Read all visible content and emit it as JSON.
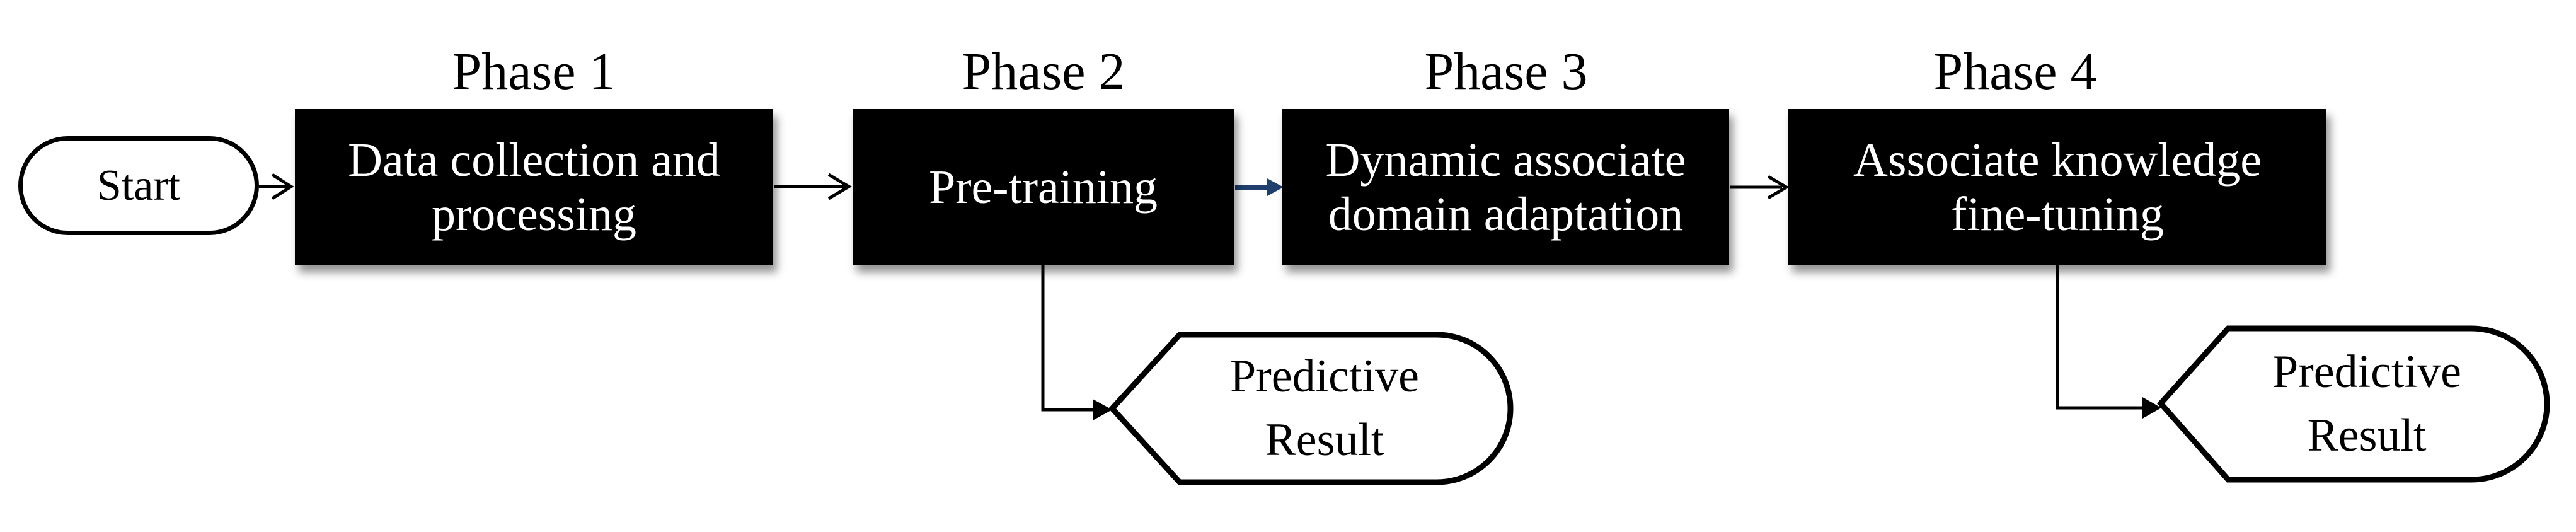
{
  "colors": {
    "node_fill": "#000000",
    "node_text": "#ffffff",
    "outline": "#000000",
    "accent_arrow": "#1f3f6e",
    "background": "#ffffff"
  },
  "start_node": {
    "label": "Start"
  },
  "phases": [
    {
      "label": "Phase 1",
      "lines": [
        "Data collection and",
        "processing"
      ]
    },
    {
      "label": "Phase 2",
      "lines": [
        "Pre-training"
      ]
    },
    {
      "label": "Phase 3",
      "lines": [
        "Dynamic associate",
        "domain adaptation"
      ]
    },
    {
      "label": "Phase 4",
      "lines": [
        "Associate knowledge",
        "fine-tuning"
      ]
    }
  ],
  "results": [
    {
      "lines": [
        "Predictive",
        "Result"
      ]
    },
    {
      "lines": [
        "Predictive",
        "Result"
      ]
    }
  ]
}
